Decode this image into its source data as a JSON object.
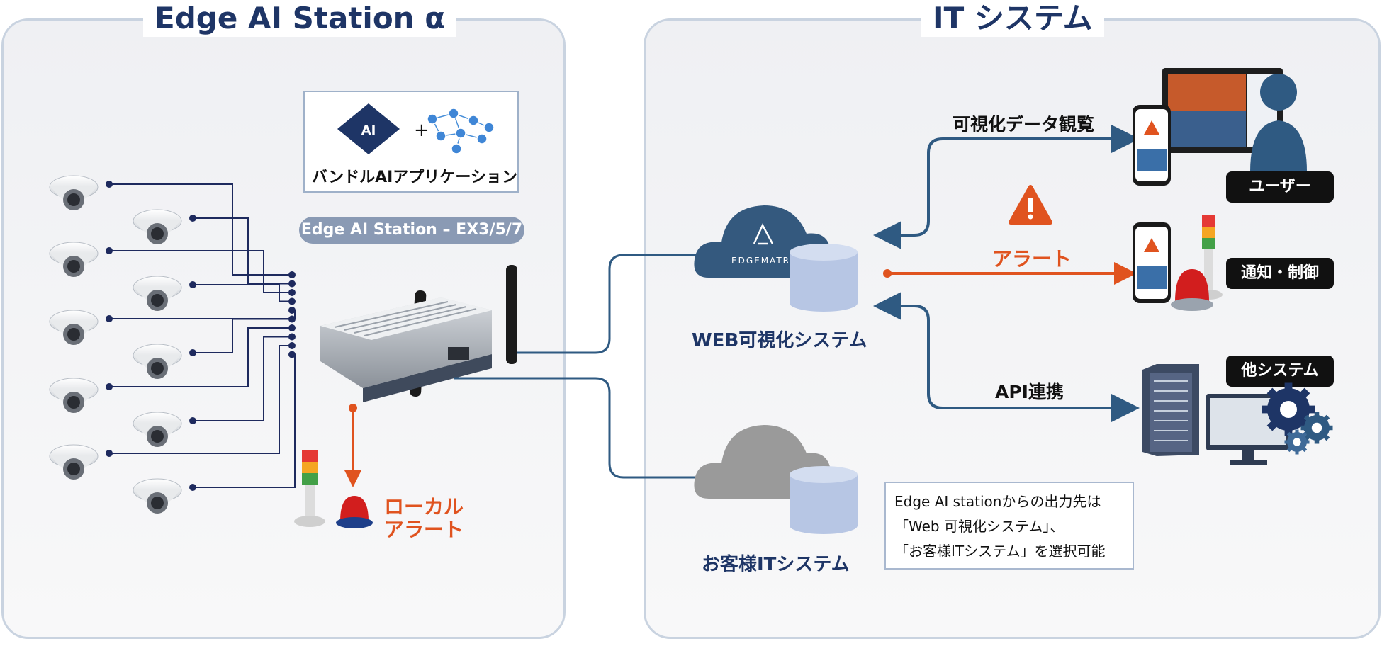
{
  "left_panel": {
    "title": "Edge AI Station α",
    "bundle_label": "バンドルAIアプリケーション",
    "plus": "+",
    "ai_chip_text": "AI",
    "device_pill": "Edge AI Station – EX3/5/7",
    "local_alert": [
      "ローカル",
      "アラート"
    ]
  },
  "right_panel": {
    "title": "IT システム",
    "web_system": "WEB可視化システム",
    "edgematrix_logo": "EDGEMATRIX",
    "customer_system": "お客様ITシステム",
    "flow_view": "可視化データ観覧",
    "flow_alert": "アラート",
    "flow_api": "API連携",
    "tag_user": "ユーザー",
    "tag_notify": "通知・制御",
    "tag_other": "他システム",
    "note": [
      "Edge AI stationからの出力先は",
      "「Web 可視化システム」、",
      "「お客様ITシステム」を選択可能"
    ]
  },
  "colors": {
    "navy": "#1e3566",
    "line_blue": "#2f5a82",
    "alert_orange": "#e0531f",
    "cloud_blue": "#34597e",
    "cloud_gray": "#9a9a9a",
    "db_blue": "#b7c6e4",
    "tag_black": "#111111",
    "pill_gray": "#8a9ab4"
  },
  "icons": [
    "dome-camera-icon",
    "ai-chip-icon",
    "neural-network-icon",
    "antenna-icon",
    "signal-tower-icon",
    "warning-icon",
    "smartphone-icon",
    "monitor-icon",
    "user-icon",
    "server-icon",
    "gear-icon",
    "cloud-icon",
    "database-icon"
  ]
}
